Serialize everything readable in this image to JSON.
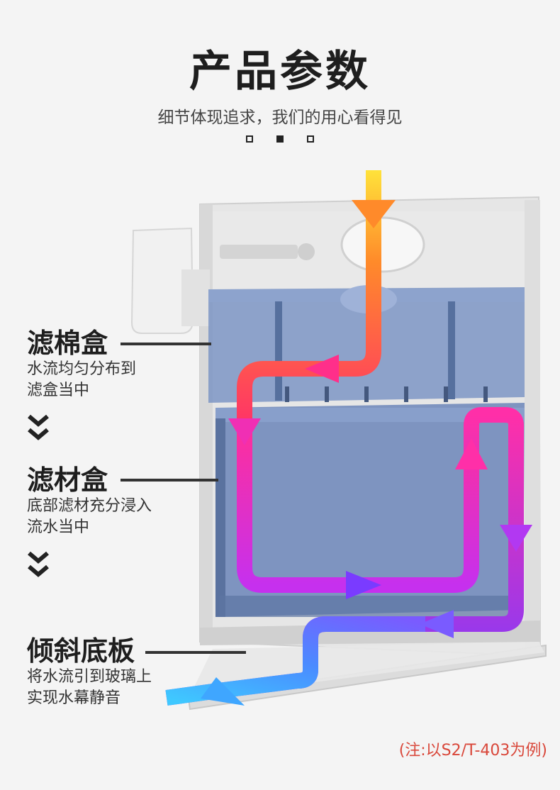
{
  "header": {
    "title": "产品参数",
    "subtitle": "细节体现追求，我们的用心看得见"
  },
  "labels": {
    "filter_cotton": {
      "title": "滤棉盒",
      "desc_line1": "水流均匀分布到",
      "desc_line2": "滤盒当中"
    },
    "filter_media": {
      "title": "滤材盒",
      "desc_line1": "底部滤材充分浸入",
      "desc_line2": "流水当中"
    },
    "slope_plate": {
      "title": "倾斜底板",
      "desc_line1": "将水流引到玻璃上",
      "desc_line2": "实现水幕静音"
    }
  },
  "footer": {
    "note": "(注:以S2/T-403为例)"
  },
  "colors": {
    "inflow_top": "#ffe23a",
    "inflow_mid": "#ff4a2a",
    "flow_pink": "#ff2f9a",
    "flow_magenta": "#d233ee",
    "flow_purple": "#7a3bff",
    "outflow_blue": "#3fb8ff",
    "box_blue": "#7d95c4",
    "note_red": "#d9473a"
  }
}
